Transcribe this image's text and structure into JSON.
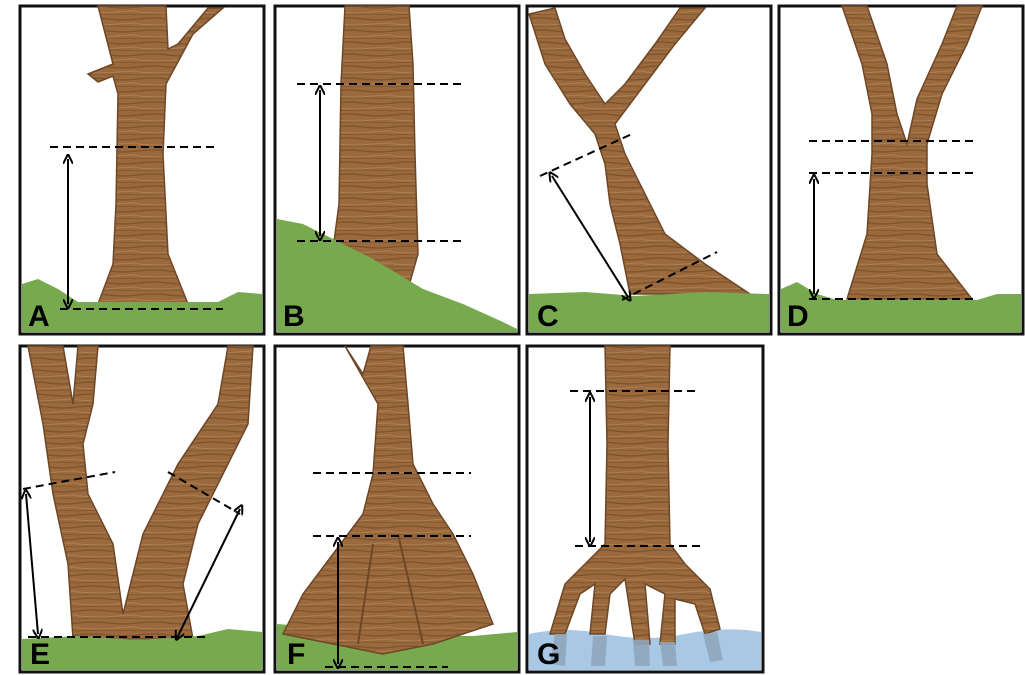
{
  "panels": [
    {
      "id": "A",
      "label": "A"
    },
    {
      "id": "B",
      "label": "B"
    },
    {
      "id": "C",
      "label": "C"
    },
    {
      "id": "D",
      "label": "D"
    },
    {
      "id": "E",
      "label": "E"
    },
    {
      "id": "F",
      "label": "F"
    },
    {
      "id": "G",
      "label": "G"
    }
  ],
  "colors": {
    "bark": "#9a6a3e",
    "bark_dark": "#6e4726",
    "bark_line": "#7a5030",
    "ground": "#77aa4f",
    "water": "#a8c8e6",
    "frame": "#111111",
    "measure_line": "#000000"
  }
}
